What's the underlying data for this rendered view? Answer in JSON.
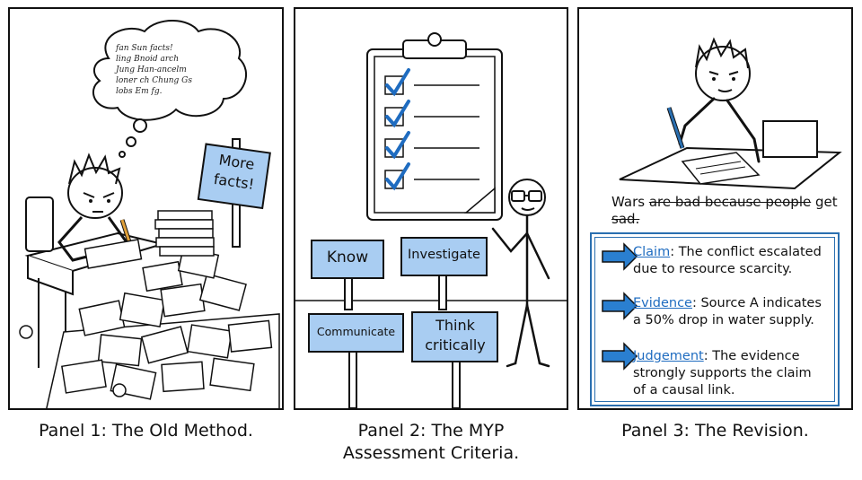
{
  "panels": [
    {
      "caption": "Panel 1: The Old Method.",
      "sign": [
        "More",
        "facts!"
      ],
      "thought": [
        "fan  Sun  facts!",
        "ling  Bnoid  arch",
        "Jung  Han-ancelm",
        "loner ch  Chung Gs",
        "lobs  Em  fg."
      ]
    },
    {
      "caption_lines": [
        "Panel 2: The MYP",
        "Assessment Criteria."
      ],
      "signs": [
        "Know",
        "Investigate",
        "Communicate",
        "Think critically"
      ],
      "clipboard_checks": 4
    },
    {
      "caption": "Panel 3: The Revision.",
      "essay": {
        "start": "Wars ",
        "struck": "are bad because people",
        "end": " get",
        "line2": "sad."
      },
      "items": [
        {
          "key": "Claim",
          "text": ": The conflict escalated due to resource scarcity."
        },
        {
          "key": "Evidence",
          "text": ": Source A indicates a 50% drop in water supply."
        },
        {
          "key": "Judgement",
          "text": ": The evidence strongly supports the claim of a causal link."
        }
      ]
    }
  ],
  "colors": {
    "sign_fill": "#a9cdf2",
    "accent_blue": "#1f6cc0",
    "ink": "#111111"
  }
}
